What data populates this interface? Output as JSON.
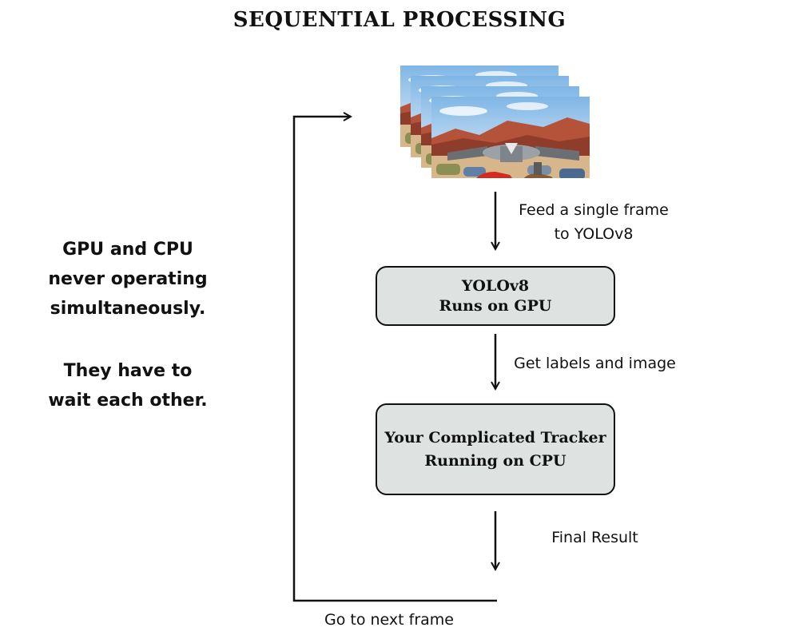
{
  "title": "SEQUENTIAL PROCESSING",
  "side_note": {
    "para1_lines": [
      "GPU and CPU",
      "never operating",
      "simultaneously."
    ],
    "para2_lines": [
      "They have to",
      "wait each other."
    ]
  },
  "frames_image": {
    "description": "stack of four animated movie frames",
    "count": 4
  },
  "steps": [
    {
      "lines": [
        "YOLOv8",
        "Runs on GPU"
      ]
    },
    {
      "lines": [
        "Your Complicated Tracker",
        "Running on CPU"
      ]
    }
  ],
  "arrow_labels": {
    "feed_lines": [
      "Feed a single frame",
      "to YOLOv8"
    ],
    "labels": "Get labels and image",
    "final": "Final Result",
    "loop": "Go to next frame"
  },
  "colors": {
    "box_fill": "#dee3e1",
    "line": "#111111"
  }
}
